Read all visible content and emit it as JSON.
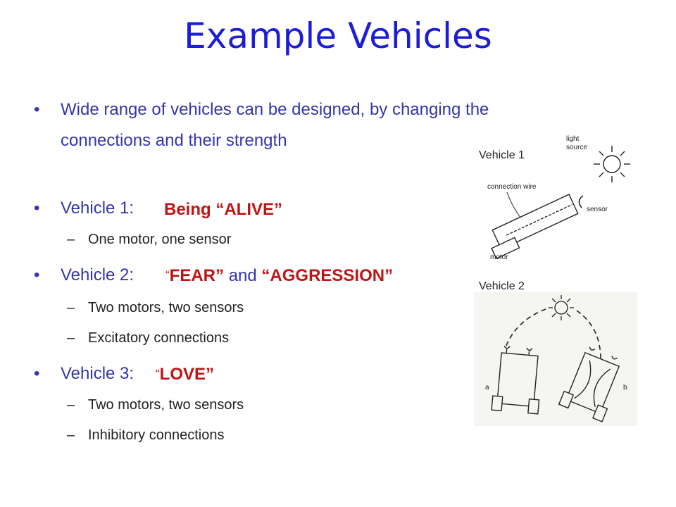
{
  "title": "Example Vehicles",
  "bullets": {
    "intro": "Wide range of vehicles can be designed, by changing the",
    "intro_cont": "connections and their strength",
    "v1": "Vehicle 1:",
    "v1_sub": "One motor, one sensor",
    "v2": "Vehicle 2:",
    "v2_sub1": "Two motors, two sensors",
    "v2_sub2": "Excitatory connections",
    "v3": "Vehicle 3:",
    "v3_sub1": "Two motors, two sensors",
    "v3_sub2": "Inhibitory connections",
    "bullet_char": "•",
    "dash_char": "–"
  },
  "highlights": {
    "v1": "Being “ALIVE”",
    "v2_open_quote": "“",
    "v2_fear": "FEAR”",
    "v2_and": "and",
    "v2_aggr": "“AGGRESSION”",
    "v3_open_quote": "“",
    "v3_love": "LOVE”"
  },
  "figures": {
    "vehicle1_label": "Vehicle 1",
    "vehicle2_label": "Vehicle 2",
    "light_source": [
      "light",
      "source"
    ],
    "connection_wire": "connection wire",
    "sensor": "sensor",
    "motor": "motor",
    "marker_a": "a",
    "marker_b": "b"
  },
  "colors": {
    "title": "#1d1dd8",
    "bullet_text": "#3336a8",
    "highlight": "#c01414"
  }
}
